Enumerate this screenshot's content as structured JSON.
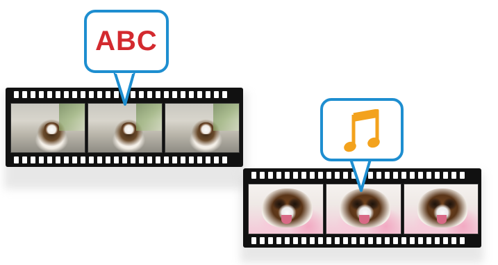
{
  "caption_bubble": {
    "text": "ABC",
    "text_color": "#d32a2f",
    "border_color": "#1e8ed0"
  },
  "music_bubble": {
    "icon": "music-note-icon",
    "icon_color": "#f3a21d",
    "border_color": "#1e8ed0"
  },
  "filmstrips": [
    {
      "name": "video-filmstrip-hallway",
      "frames": 3
    },
    {
      "name": "video-filmstrip-closeup",
      "frames": 3
    }
  ]
}
